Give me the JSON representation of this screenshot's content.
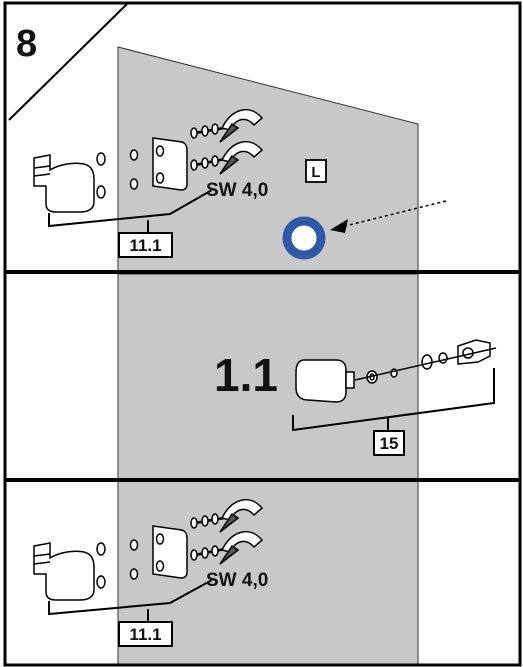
{
  "step": {
    "number": "8"
  },
  "door": {
    "side_marker": "L"
  },
  "panels": [
    {
      "label": "SW 4,0",
      "part_ref": "11.1"
    },
    {
      "label": "1.1",
      "part_ref": "15"
    },
    {
      "label": "SW 4,0",
      "part_ref": "11.1"
    }
  ],
  "colors": {
    "door_panel": "#c8c8c8",
    "marker_ring": "#2f58a6",
    "line": "#000000"
  }
}
